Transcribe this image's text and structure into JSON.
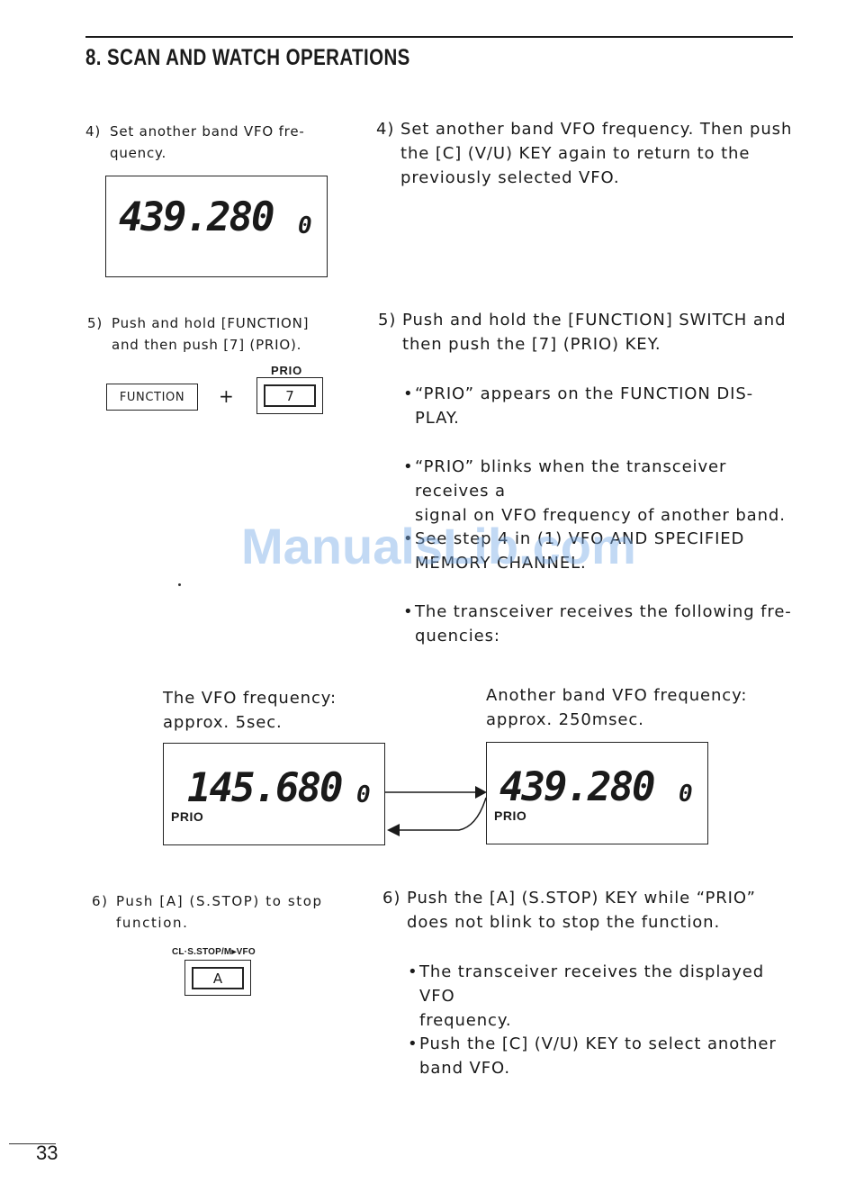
{
  "header": {
    "title": "8. SCAN AND WATCH OPERATIONS"
  },
  "left": {
    "step4": {
      "num": "4)",
      "lines": [
        "Set another band VFO fre-",
        "quency."
      ]
    },
    "lcd1": {
      "freq": "439.280",
      "ch": "0"
    },
    "step5": {
      "num": "5)",
      "lines": [
        "Push and hold [FUNCTION]",
        "and then push [7] (PRIO)."
      ]
    },
    "keys5": {
      "function_label": "FUNCTION",
      "plus": "+",
      "prio_caption": "PRIO",
      "seven_label": "7"
    },
    "step6": {
      "num": "6)",
      "lines": [
        "Push [A] (S.STOP) to stop",
        "function."
      ]
    },
    "key6": {
      "caption": "CL·S.STOP/M▸VFO",
      "label": "A"
    }
  },
  "right": {
    "step4": {
      "num": "4)",
      "lines": [
        "Set another band VFO frequency. Then push",
        "the [C] (V/U) KEY again to return to the",
        "previously selected VFO."
      ]
    },
    "step5": {
      "num": "5)",
      "lines": [
        "Push and hold the [FUNCTION] SWITCH and",
        "then push the [7] (PRIO) KEY."
      ]
    },
    "bullets5": [
      {
        "dot": "•",
        "lines": [
          "“PRIO” appears on the FUNCTION DIS-",
          "PLAY."
        ]
      },
      {
        "dot": "•",
        "lines": [
          "“PRIO” blinks when the transceiver receives a",
          "signal on VFO frequency of another band."
        ]
      },
      {
        "dot": "•",
        "lines": [
          "See step 4 in (1) VFO AND SPECIFIED",
          "MEMORY CHANNEL."
        ]
      },
      {
        "dot": "•",
        "lines": [
          "The transceiver receives the following fre-",
          "quencies:"
        ]
      }
    ],
    "step6": {
      "num": "6)",
      "lines": [
        "Push the [A] (S.STOP) KEY while “PRIO”",
        "does not blink to stop the function."
      ]
    },
    "bullets6": [
      {
        "dot": "•",
        "lines": [
          "The transceiver receives the displayed VFO",
          "frequency."
        ]
      },
      {
        "dot": "•",
        "lines": [
          "Push the [C] (V/U) KEY to select another",
          "band VFO."
        ]
      }
    ]
  },
  "diagram": {
    "vfo_caption": [
      "The VFO frequency:",
      "approx. 5sec."
    ],
    "other_caption": [
      "Another band VFO frequency:",
      "approx. 250msec."
    ],
    "lcd_vfo": {
      "freq": "145.680",
      "ch": "0",
      "prio": "PRIO"
    },
    "lcd_other": {
      "freq": "439.280",
      "ch": "0",
      "prio": "PRIO"
    }
  },
  "watermark": "ManualsLib.com",
  "page_number": "33"
}
